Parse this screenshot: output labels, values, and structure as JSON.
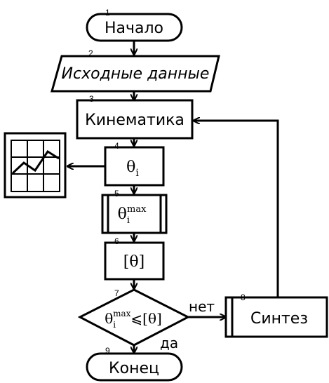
{
  "flowchart": {
    "blocks": [
      {
        "id": "1",
        "number": "1",
        "text": "Начало",
        "shape": "terminator"
      },
      {
        "id": "2",
        "number": "2",
        "text": "Исходные данные",
        "shape": "data"
      },
      {
        "id": "3",
        "number": "3",
        "text": "Кинематика",
        "shape": "process"
      },
      {
        "id": "4",
        "number": "4",
        "text": "θ",
        "sub": "i",
        "shape": "process"
      },
      {
        "id": "5",
        "number": "5",
        "text": "θ",
        "sub": "i",
        "sup": "max",
        "shape": "predefined-process"
      },
      {
        "id": "6",
        "number": "6",
        "text": "[θ]",
        "shape": "process"
      },
      {
        "id": "7",
        "number": "7",
        "text": "θ",
        "sub": "i",
        "sup": "max",
        "rel": "⩽[θ]",
        "shape": "decision"
      },
      {
        "id": "8",
        "number": "8",
        "text": "Синтез",
        "shape": "predefined-process"
      },
      {
        "id": "9",
        "number": "9",
        "text": "Конец",
        "shape": "terminator"
      }
    ],
    "edge_labels": {
      "no": "нет",
      "yes": "да"
    },
    "graph_icon": "line-graph-icon"
  }
}
